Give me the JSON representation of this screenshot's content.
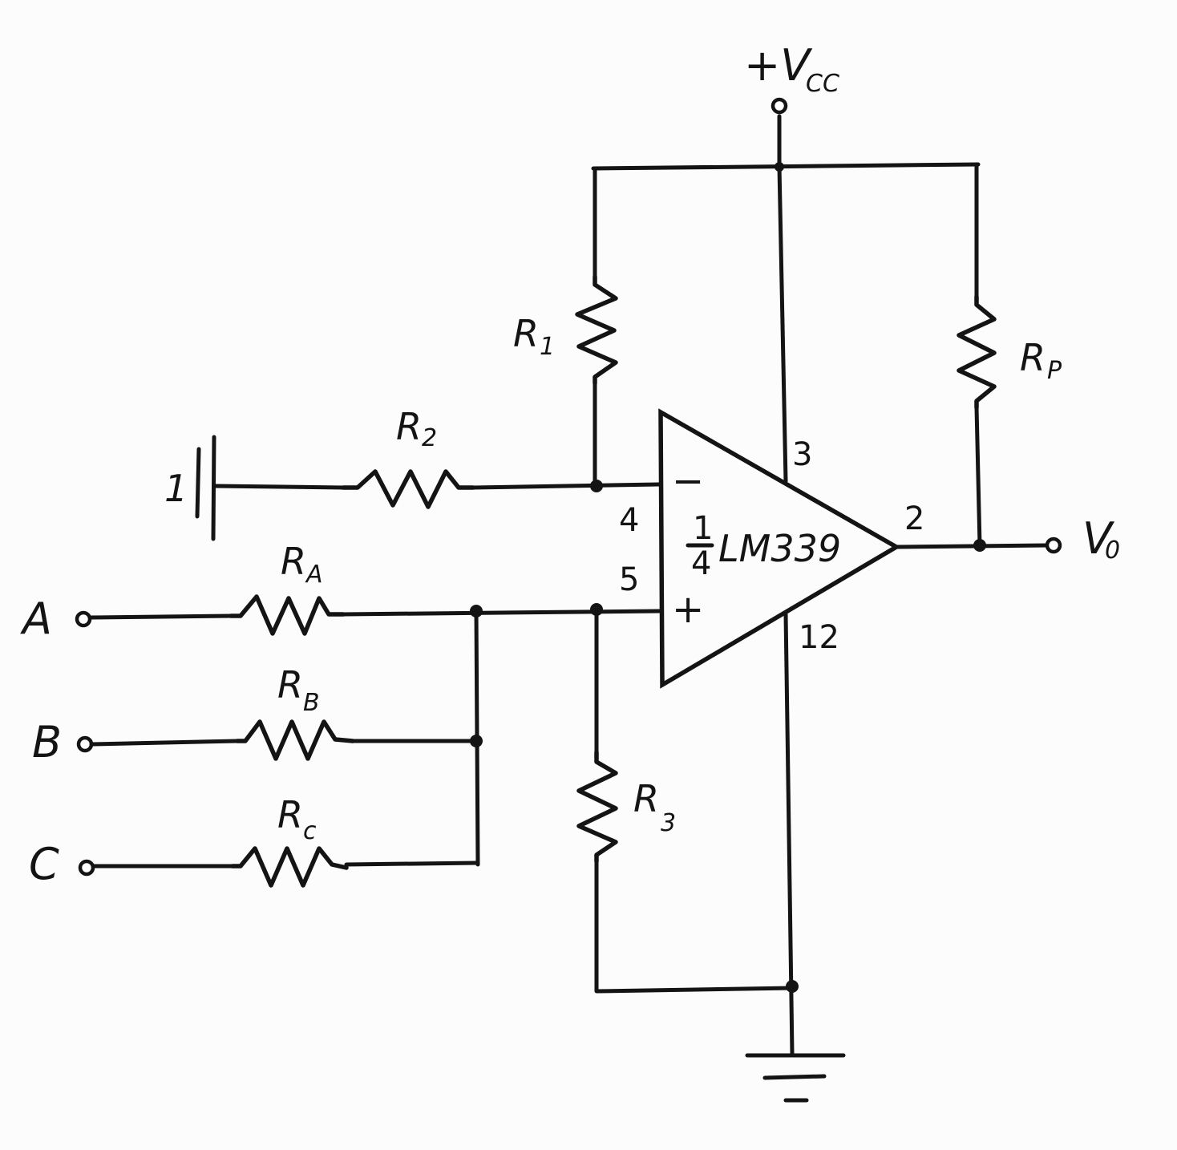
{
  "labels": {
    "supply": "+V",
    "supply_sub": "CC",
    "output": "V",
    "output_sub": "0",
    "chip_fraction_top": "1",
    "chip_fraction_bottom": "4",
    "chip_name": "LM339",
    "inverting_sign": "−",
    "noninverting_sign": "+",
    "battery": "1"
  },
  "resistors": {
    "r1": {
      "name": "R",
      "sub": "1"
    },
    "r2": {
      "name": "R",
      "sub": "2"
    },
    "r3": {
      "name": "R",
      "sub": "3"
    },
    "rp": {
      "name": "R",
      "sub": "P"
    },
    "ra": {
      "name": "R",
      "sub": "A"
    },
    "rb": {
      "name": "R",
      "sub": "B"
    },
    "rc": {
      "name": "R",
      "sub": "c"
    }
  },
  "inputs": [
    "A",
    "B",
    "C"
  ],
  "pins": {
    "vcc": "3",
    "inverting": "4",
    "noninverting": "5",
    "output": "2",
    "gnd": "12"
  }
}
